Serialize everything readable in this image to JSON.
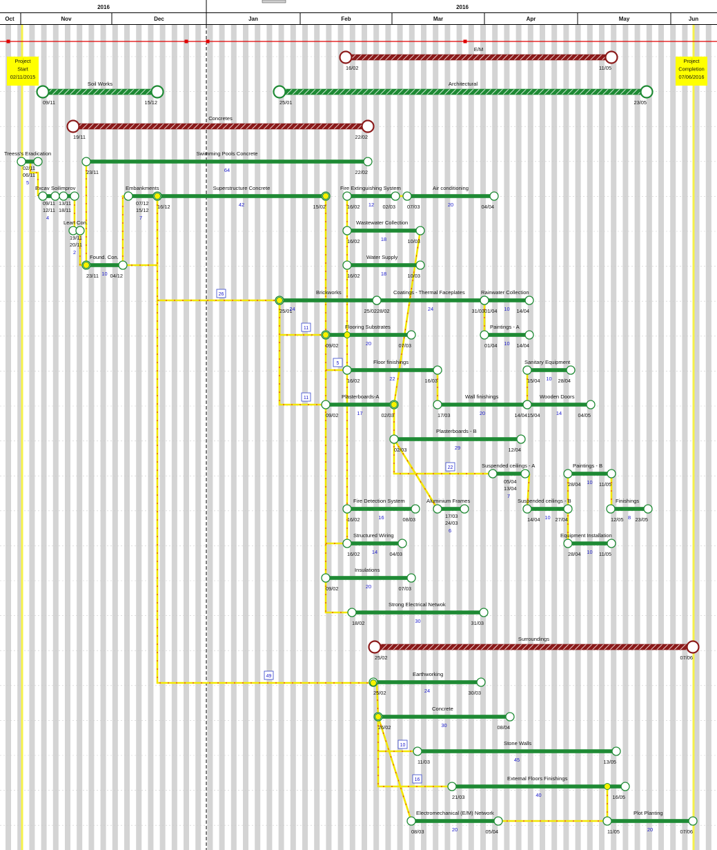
{
  "timescale": {
    "years": [
      "2016",
      "2016"
    ],
    "months": [
      "Oct",
      "Nov",
      "Dec",
      "Jan",
      "Feb",
      "Mar",
      "Apr",
      "May",
      "Jun"
    ]
  },
  "colors": {
    "activity": "#1e8a34",
    "summary": "#8b1a1a",
    "link": "#f2e600",
    "arrow": "#e21b1b",
    "float_text": "#1a1acc",
    "milestone_box": "#ffff00",
    "milestone_line": "#f6f24a",
    "grid_stripe": "#d4d4d4",
    "red_line": "#e00000"
  },
  "milestones": [
    {
      "name": "project-start",
      "lines": [
        "Project",
        "Start",
        "02/11/2015"
      ]
    },
    {
      "name": "project-completion",
      "lines": [
        "Project",
        "Completion",
        "07/06/2016"
      ]
    }
  ],
  "summaries": [
    {
      "id": "em",
      "name": "E/M",
      "start": "16/02",
      "end": "11/05"
    },
    {
      "id": "concretes",
      "name": "Concretes",
      "start": "19/11",
      "end": "22/02"
    },
    {
      "id": "surroundings",
      "name": "Surroundings",
      "start": "25/02",
      "end": "07/06"
    }
  ],
  "activities": [
    {
      "id": "soil",
      "name": "Soil Works",
      "start": "09/11",
      "end": "15/12",
      "hatched": true
    },
    {
      "id": "arch",
      "name": "Architectural",
      "start": "25/01",
      "end": "23/05",
      "hatched": true
    },
    {
      "id": "tree",
      "name": "Treess's Eradication",
      "start": "02/11",
      "end": "06/11",
      "dur": "5"
    },
    {
      "id": "swim",
      "name": "Swimming Pools Concrete",
      "start": "23/11",
      "end": "22/02",
      "dur": "64"
    },
    {
      "id": "exc",
      "name": "Excavation",
      "label": "Excav",
      "start": "09/11",
      "end": "12/11",
      "dur": "4"
    },
    {
      "id": "soilimp",
      "name": "Soil Improvement",
      "label": "Soilimprov",
      "start": "13/11",
      "end": "18/11"
    },
    {
      "id": "lean",
      "name": "Lean Concrete",
      "label": "Lean Con.",
      "start": "19/11",
      "end": "20/11",
      "dur": "2"
    },
    {
      "id": "found",
      "name": "Found. Con.",
      "start": "23/11",
      "end": "04/12",
      "dur": "10"
    },
    {
      "id": "emb",
      "name": "Embankments",
      "start": "07/12",
      "end": "15/12",
      "dur": "7"
    },
    {
      "id": "super",
      "name": "Superstructure Concrete",
      "start": "16/12",
      "end": "15/02",
      "dur": "42"
    },
    {
      "id": "fire",
      "name": "Fire Extinguishing System",
      "start": "16/02",
      "end": "02/03",
      "dur": "12"
    },
    {
      "id": "air",
      "name": "Air conditioning",
      "start": "07/03",
      "end": "04/04",
      "dur": "20"
    },
    {
      "id": "waste",
      "name": "Wastewater Collection",
      "start": "16/02",
      "end": "10/03",
      "dur": "18"
    },
    {
      "id": "water",
      "name": "Water Supply",
      "start": "16/02",
      "end": "10/03",
      "dur": "18"
    },
    {
      "id": "brick",
      "name": "Brickworks",
      "start": "25/01",
      "end": "25/02",
      "dur": "24"
    },
    {
      "id": "coat",
      "name": "Coatings - Thermal Faceplates",
      "start": "28/02",
      "end": "31/03",
      "dur": "24"
    },
    {
      "id": "rain",
      "name": "Rainwater Collection",
      "start": "01/04",
      "end": "14/04",
      "dur": "10"
    },
    {
      "id": "paintA",
      "name": "Paintings - A",
      "start": "01/04",
      "end": "14/04",
      "dur": "10"
    },
    {
      "id": "floorsub",
      "name": "Flooring Substrates",
      "start": "09/02",
      "end": "07/03",
      "dur": "20"
    },
    {
      "id": "floorfin",
      "name": "Floor finishings",
      "start": "16/02",
      "end": "16/03",
      "dur": "22"
    },
    {
      "id": "sanit",
      "name": "Sanitary Equipment",
      "start": "15/04",
      "end": "28/04",
      "dur": "10"
    },
    {
      "id": "plastA",
      "name": "Plasterboards-A",
      "start": "09/02",
      "end": "02/03",
      "dur": "17"
    },
    {
      "id": "wallfin",
      "name": "Wall finishings",
      "start": "17/03",
      "end": "14/04",
      "dur": "20"
    },
    {
      "id": "doors",
      "name": "Wooden Doors",
      "start": "15/04",
      "end": "04/05",
      "dur": "14"
    },
    {
      "id": "plastB",
      "name": "Plasterboards - B",
      "start": "02/03",
      "end": "12/04",
      "dur": "29"
    },
    {
      "id": "suspA",
      "name": "Suspended ceilings - A",
      "start": "05/04",
      "end": "13/04",
      "dur": "7"
    },
    {
      "id": "paintB",
      "name": "Paintings - B",
      "start": "28/04",
      "end": "11/05",
      "dur": "10"
    },
    {
      "id": "firedet",
      "name": "Fire Detection System",
      "start": "16/02",
      "end": "08/03",
      "dur": "16"
    },
    {
      "id": "alu",
      "name": "Aluminium Frames",
      "start": "17/03",
      "end": "24/03",
      "dur": "6"
    },
    {
      "id": "suspB",
      "name": "Suspended ceilings - B",
      "start": "14/04",
      "end": "27/04",
      "dur": "10"
    },
    {
      "id": "finish",
      "name": "Finishings",
      "start": "12/05",
      "end": "23/05",
      "dur": "8"
    },
    {
      "id": "equip",
      "name": "Equipment Installation",
      "start": "28/04",
      "end": "11/05",
      "dur": "10"
    },
    {
      "id": "wiring",
      "name": "Structured Wiring",
      "start": "16/02",
      "end": "04/03",
      "dur": "14"
    },
    {
      "id": "insul",
      "name": "Insulations",
      "start": "09/02",
      "end": "07/03",
      "dur": "20"
    },
    {
      "id": "strong",
      "name": "Strong Electrical Netwok",
      "start": "18/02",
      "end": "31/03",
      "dur": "30"
    },
    {
      "id": "earth",
      "name": "Earthworking",
      "start": "25/02",
      "end": "30/03",
      "dur": "24"
    },
    {
      "id": "conc",
      "name": "Concrete",
      "start": "26/02",
      "end": "08/04",
      "dur": "30"
    },
    {
      "id": "stone",
      "name": "Stone Walls",
      "start": "11/03",
      "end": "13/05",
      "dur": "45"
    },
    {
      "id": "extfloor",
      "name": "External Floors Finishings",
      "start": "21/03",
      "end": "16/05",
      "dur": "40"
    },
    {
      "id": "emnet",
      "name": "Electromechanical (E/M) Network",
      "start": "08/03",
      "end": "05/04",
      "dur": "20"
    },
    {
      "id": "plot",
      "name": "Plot Planting",
      "start": "11/05",
      "end": "07/06",
      "dur": "20"
    }
  ],
  "float_boxes": [
    "26",
    "11",
    "5",
    "11",
    "22",
    "49",
    "10",
    "16"
  ]
}
